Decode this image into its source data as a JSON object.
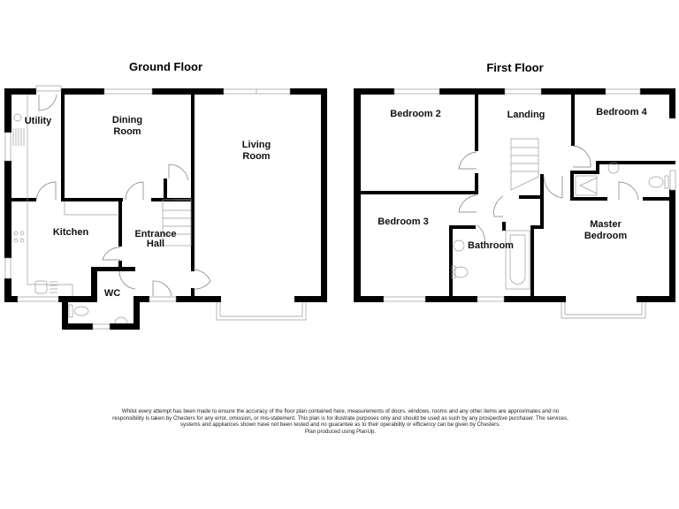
{
  "ground_floor": {
    "title": "Ground Floor",
    "rooms": {
      "utility": "Utility",
      "dining_line1": "Dining",
      "dining_line2": "Room",
      "living_line1": "Living",
      "living_line2": "Room",
      "kitchen": "Kitchen",
      "entrance_line1": "Entrance",
      "entrance_line2": "Hall",
      "wc": "WC"
    }
  },
  "first_floor": {
    "title": "First Floor",
    "rooms": {
      "bedroom2": "Bedroom 2",
      "landing": "Landing",
      "bedroom4": "Bedroom 4",
      "bedroom3": "Bedroom 3",
      "bathroom": "Bathroom",
      "master_line1": "Master",
      "master_line2": "Bedroom"
    }
  },
  "disclaimer": {
    "text": "Whilst every attempt has been made to ensure the accuracy of the floor plan contained here, measurements of doors, windows, rooms and any other items are approximates and no responsibility is taken by Chesters for any error, omission, or mis-statement. This plan is for illustrate purposes only and should be used as such by any prospective purchaser. The services, systems and appliances shown have not been tested and no guarantee as to their operability or efficiency can be given by Chesters.",
    "credit": "Plan produced using PlanUp."
  }
}
